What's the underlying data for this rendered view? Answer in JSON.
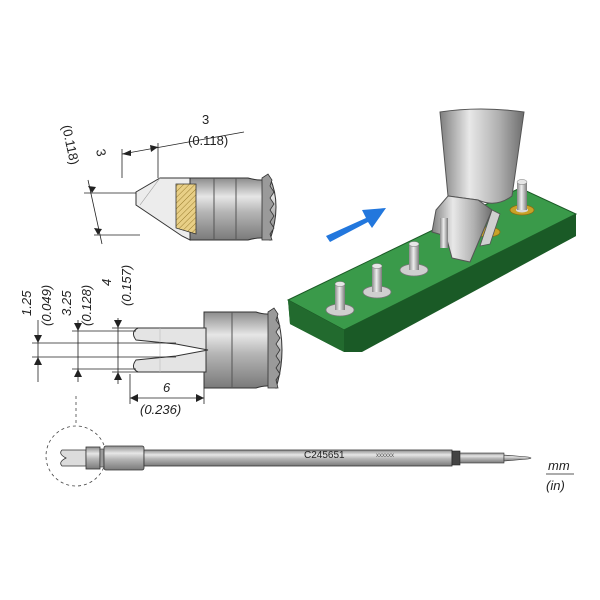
{
  "dimensions": {
    "side_width_mm": "3",
    "side_width_in": "(0.118)",
    "side_height_mm": "3",
    "side_height_in": "(0.118)",
    "slot_mm": "1.25",
    "slot_in": "(0.049)",
    "fork_mm": "3.25",
    "fork_in": "(0.128)",
    "outer_mm": "4",
    "outer_in": "(0.157)",
    "length_mm": "6",
    "length_in": "(0.236)"
  },
  "cartridge": {
    "part_number": "C245651",
    "serial": "xxxxxx"
  },
  "units": {
    "primary": "mm",
    "secondary": "(in)"
  },
  "colors": {
    "pcb": "#2e8b3c",
    "arrow": "#2277dd",
    "pad": "#c9a227",
    "metal": "#b8b8b8"
  }
}
